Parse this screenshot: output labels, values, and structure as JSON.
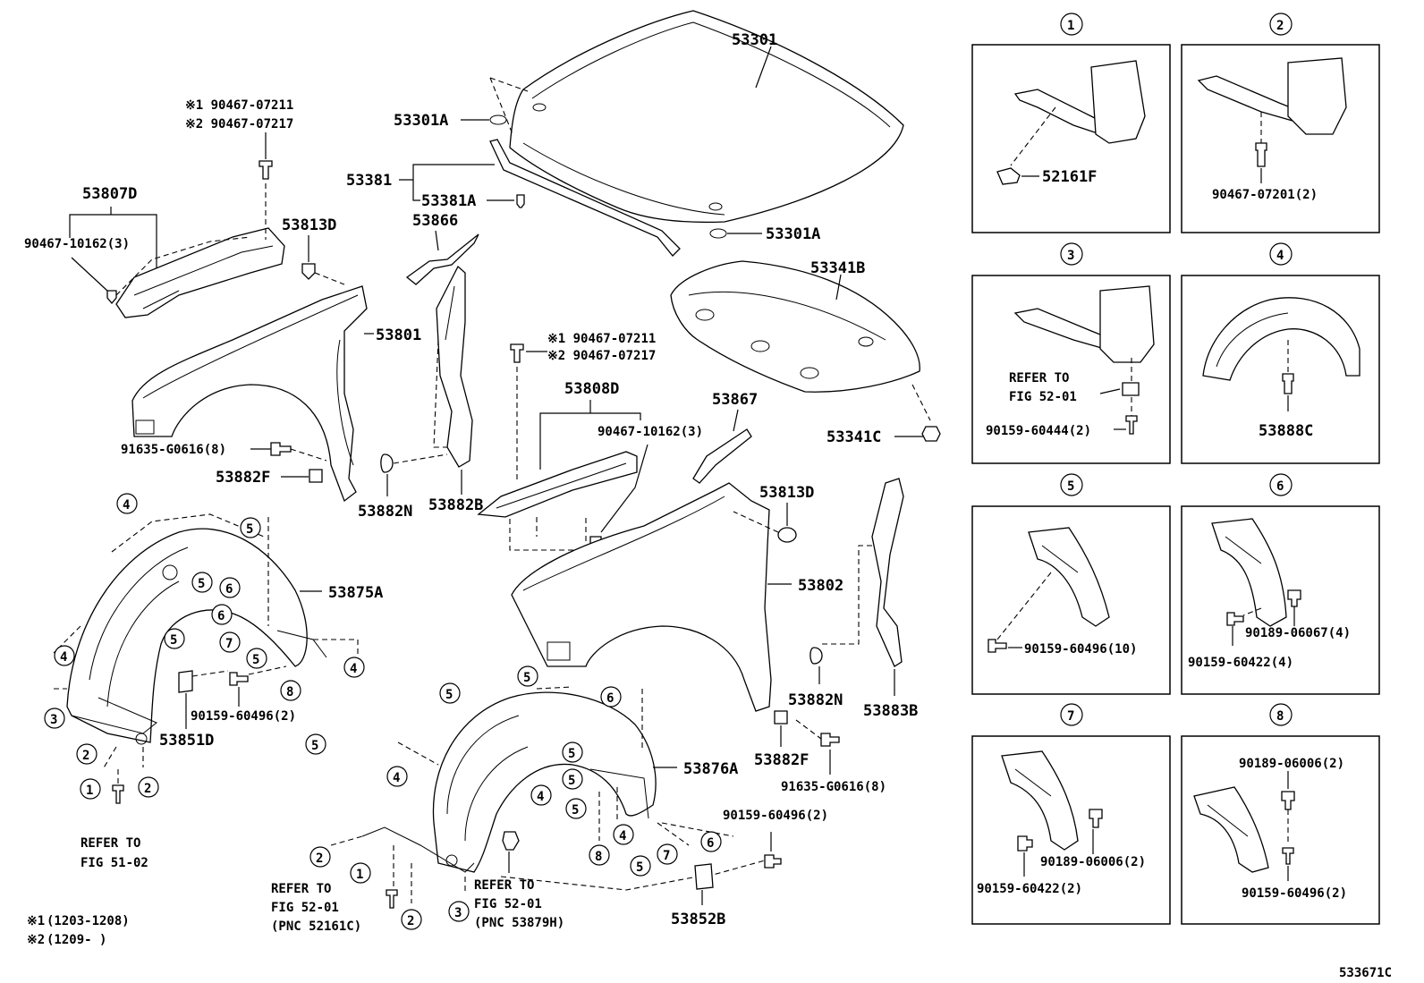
{
  "figure_id": "533671C",
  "legend": [
    {
      "mark": "※1",
      "range": "(1203-1208)"
    },
    {
      "mark": "※2",
      "range": "(1209-     )"
    }
  ],
  "parts": {
    "p53301": "53301",
    "p53301A_1": "53301A",
    "p53301A_2": "53301A",
    "p53381": "53381",
    "p53381A": "53381A",
    "p53866": "53866",
    "p53867": "53867",
    "p53807D": "53807D",
    "p90467_10162_a": "90467-10162(3)",
    "p90467_10162_b": "90467-10162(3)",
    "s1_07211_a": "※1 90467-07211",
    "s2_07217_a": "※2 90467-07217",
    "s1_07211_b": "※1 90467-07211",
    "s2_07217_b": "※2 90467-07217",
    "p53813D_1": "53813D",
    "p53813D_2": "53813D",
    "p53801": "53801",
    "p53802": "53802",
    "p91635_a": "91635-G0616(8)",
    "p91635_b": "91635-G0616(8)",
    "p53882F_1": "53882F",
    "p53882F_2": "53882F",
    "p53882N_1": "53882N",
    "p53882N_2": "53882N",
    "p53882B": "53882B",
    "p53808D": "53808D",
    "p53341B": "53341B",
    "p53341C": "53341C",
    "p53875A": "53875A",
    "p53876A": "53876A",
    "p53851D": "53851D",
    "p53852B": "53852B",
    "p53883B": "53883B",
    "p90159_60496_a": "90159-60496(2)",
    "p90159_60496_b": "90159-60496(2)",
    "refer_a1": "REFER TO",
    "refer_a2": "FIG 51-02",
    "refer_b1": "REFER TO",
    "refer_b2": "FIG 52-01",
    "refer_b3": "(PNC 52161C)",
    "refer_c1": "REFER TO",
    "refer_c2": "FIG 52-01",
    "refer_c3": "(PNC 53879H)"
  },
  "details": [
    {
      "num": "1",
      "labels": [
        "52161F"
      ]
    },
    {
      "num": "2",
      "labels": [
        "90467-07201(2)"
      ]
    },
    {
      "num": "3",
      "labels": [
        "REFER TO",
        "FIG 52-01",
        "90159-60444(2)"
      ]
    },
    {
      "num": "4",
      "labels": [
        "53888C"
      ]
    },
    {
      "num": "5",
      "labels": [
        "90159-60496(10)"
      ]
    },
    {
      "num": "6",
      "labels": [
        "90189-06067(4)",
        "90159-60422(4)"
      ]
    },
    {
      "num": "7",
      "labels": [
        "90189-06006(2)",
        "90159-60422(2)"
      ]
    },
    {
      "num": "8",
      "labels": [
        "90189-06006(2)",
        "90159-60496(2)"
      ]
    }
  ]
}
